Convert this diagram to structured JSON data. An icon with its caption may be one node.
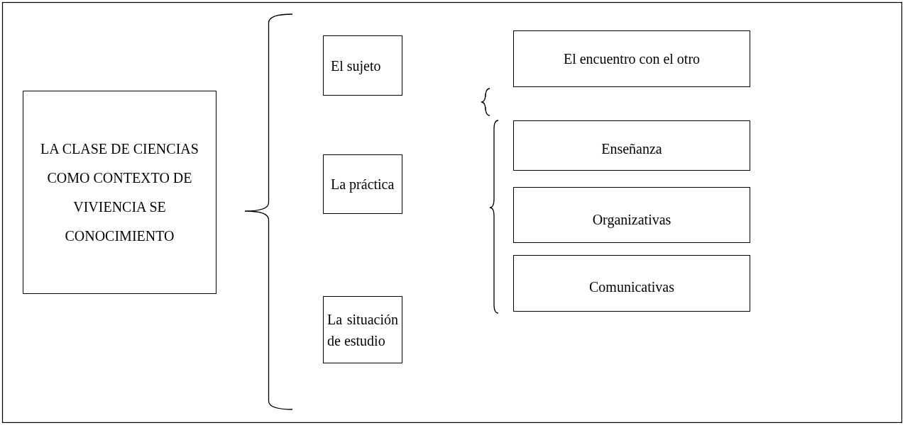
{
  "diagram": {
    "nodes": [
      {
        "text": [
          "LA CLASE DE CIENCIAS COMO CONTEXTO DE VIVIENCIA SE CONOCIMIENTO"
        ]
      },
      {
        "text": [
          "El sujeto"
        ]
      },
      {
        "text": [
          "El encuentro con el otro"
        ]
      },
      {
        "text": [
          "La práctica"
        ]
      },
      {
        "text": [
          "Enseñanza"
        ]
      },
      {
        "text": [
          "Organizativas"
        ]
      },
      {
        "text": [
          "Comunicativas"
        ]
      },
      {
        "text": [
          "La situación de estudio"
        ]
      }
    ]
  }
}
